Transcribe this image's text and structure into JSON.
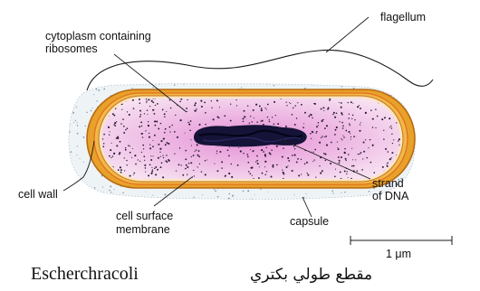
{
  "labels": {
    "flagellum": "flagellum",
    "cytoplasm_line1": "cytoplasm containing",
    "cytoplasm_line2": "ribosomes",
    "cell_wall": "cell wall",
    "cell_surface_line1": "cell surface",
    "cell_surface_line2": "membrane",
    "capsule": "capsule",
    "strand_line1": "strand",
    "strand_line2": "of DNA",
    "scale": "1 μm"
  },
  "captions": {
    "english": "Escherchracoli",
    "arabic": "مقطع طولي بكتري"
  },
  "colors": {
    "capsule_fill": "#eef3f6",
    "capsule_dots": "#7f98a8",
    "cell_wall": "#e8a12a",
    "cell_wall_edge": "#b86a12",
    "membrane_stripe": "#e2711c",
    "cytoplasm": "#efbfe6",
    "ribosome_dots": "#2a1a35",
    "dna": "#0d0d2e"
  }
}
